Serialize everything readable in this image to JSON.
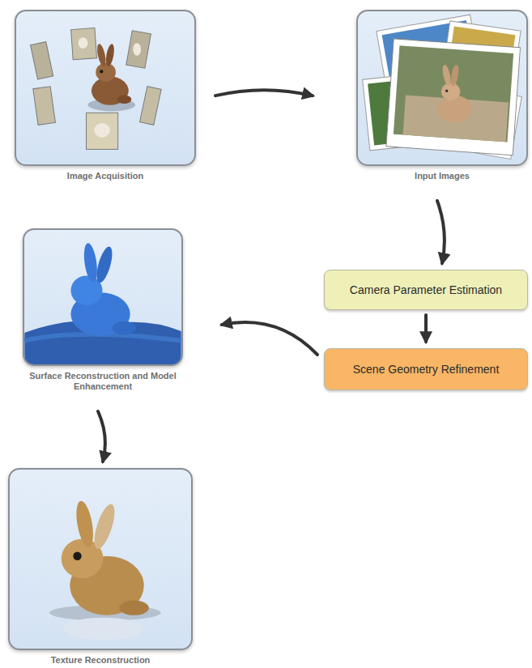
{
  "diagram": {
    "nodes": [
      {
        "text": [
          "Image Acquisition"
        ]
      },
      {
        "text": [
          "Input Images"
        ]
      },
      {
        "text": [
          "Camera Parameter Estimation"
        ]
      },
      {
        "text": [
          "Scene Geometry Refinement"
        ]
      },
      {
        "text": [
          "Surface Reconstruction and Model Enhancement"
        ]
      },
      {
        "text": [
          "Texture Reconstruction"
        ]
      }
    ],
    "edges": [
      {
        "from": 0,
        "to": 1,
        "arrow": "to"
      },
      {
        "from": 1,
        "to": 2,
        "arrow": "to"
      },
      {
        "from": 2,
        "to": 3,
        "arrow": "to"
      },
      {
        "from": 3,
        "to": 4,
        "arrow": "to"
      },
      {
        "from": 4,
        "to": 5,
        "arrow": "to"
      }
    ]
  }
}
